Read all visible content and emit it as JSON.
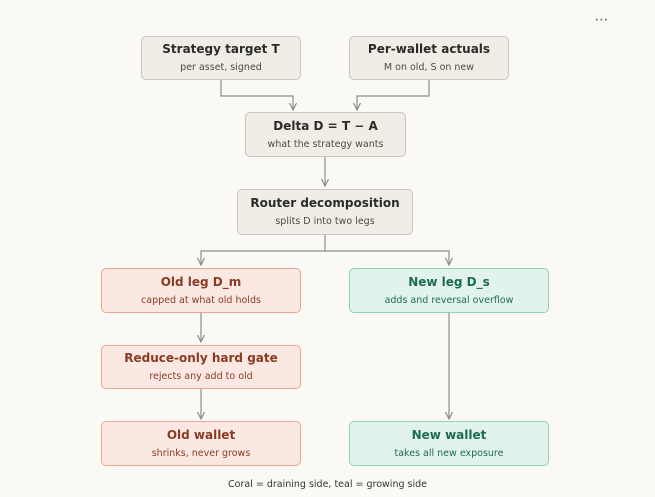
{
  "menu": {
    "icon": "more-horizontal-icon",
    "glyph": "⋯"
  },
  "nodes": {
    "strategy_target": {
      "title": "Strategy target T",
      "sub": "per asset, signed"
    },
    "per_wallet_actuals": {
      "title": "Per-wallet actuals",
      "sub": "M on old, S on new"
    },
    "delta": {
      "title": "Delta D = T − A",
      "sub": "what the strategy wants"
    },
    "router": {
      "title": "Router decomposition",
      "sub": "splits D into two legs"
    },
    "old_leg": {
      "title": "Old leg D_m",
      "sub": "capped at what old holds"
    },
    "new_leg": {
      "title": "New leg D_s",
      "sub": "adds and reversal overflow"
    },
    "reduce_gate": {
      "title": "Reduce-only hard gate",
      "sub": "rejects any add to old"
    },
    "old_wallet": {
      "title": "Old wallet",
      "sub": "shrinks, never grows"
    },
    "new_wallet": {
      "title": "New wallet",
      "sub": "takes all new exposure"
    }
  },
  "colors": {
    "coral": "#eca793",
    "teal": "#8fd0b8",
    "neutral": "#c9c6bd",
    "line": "#8f8d87"
  },
  "caption": "Coral = draining side, teal = growing side"
}
